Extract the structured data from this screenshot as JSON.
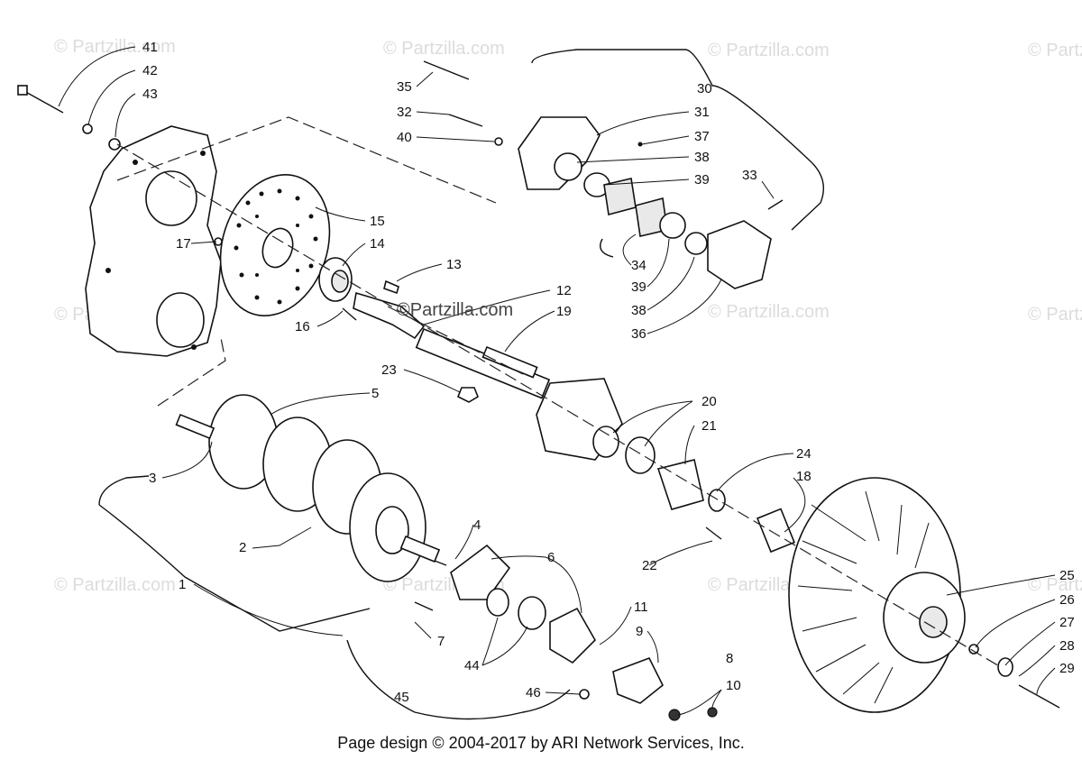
{
  "watermark": "© Partzilla.com",
  "center_watermark": "©Partzilla.com",
  "footer": "Page design © 2004-2017 by ARI Network Services, Inc.",
  "callouts": [
    "41",
    "42",
    "43",
    "35",
    "32",
    "40",
    "30",
    "31",
    "37",
    "38",
    "39",
    "33",
    "15",
    "14",
    "17",
    "13",
    "12",
    "19",
    "16",
    "34",
    "39",
    "38",
    "36",
    "23",
    "5",
    "20",
    "21",
    "3",
    "24",
    "18",
    "2",
    "4",
    "6",
    "22",
    "1",
    "11",
    "9",
    "7",
    "44",
    "8",
    "10",
    "46",
    "45",
    "25",
    "26",
    "27",
    "28",
    "29"
  ]
}
